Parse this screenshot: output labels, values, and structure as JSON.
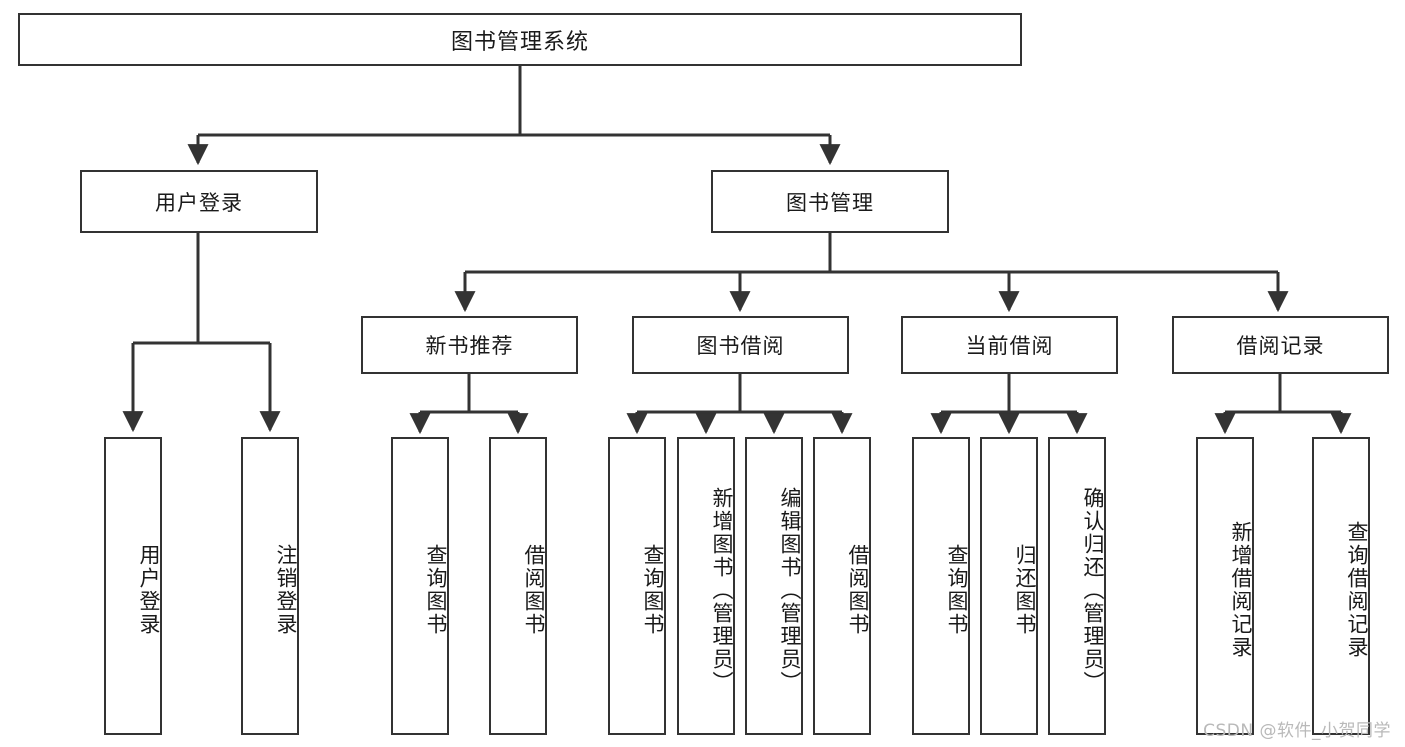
{
  "diagram": {
    "type": "tree-hierarchy",
    "title": "图书管理系统",
    "watermark": "CSDN @软件_小贺同学",
    "colors": {
      "stroke": "#333333",
      "fill": "#ffffff",
      "text": "#1a1a1a",
      "watermark": "#b9b9b9"
    },
    "nodes": {
      "root": {
        "label": "图书管理系统",
        "orientation": "horizontal"
      },
      "level1": [
        {
          "label": "用户登录",
          "orientation": "horizontal"
        },
        {
          "label": "图书管理",
          "orientation": "horizontal"
        }
      ],
      "level2": [
        {
          "label": "新书推荐",
          "orientation": "horizontal"
        },
        {
          "label": "图书借阅",
          "orientation": "horizontal"
        },
        {
          "label": "当前借阅",
          "orientation": "horizontal"
        },
        {
          "label": "借阅记录",
          "orientation": "horizontal"
        }
      ],
      "leaves_user_login": [
        {
          "label": "用户登录",
          "orientation": "vertical"
        },
        {
          "label": "注销登录",
          "orientation": "vertical"
        }
      ],
      "leaves_new_book": [
        {
          "label": "查询图书",
          "orientation": "vertical"
        },
        {
          "label": "借阅图书",
          "orientation": "vertical"
        }
      ],
      "leaves_borrow": [
        {
          "label": "查询图书",
          "orientation": "vertical"
        },
        {
          "label": "新增图书（管理员）",
          "orientation": "vertical"
        },
        {
          "label": "编辑图书（管理员）",
          "orientation": "vertical"
        },
        {
          "label": "借阅图书",
          "orientation": "vertical"
        }
      ],
      "leaves_current": [
        {
          "label": "查询图书",
          "orientation": "vertical"
        },
        {
          "label": "归还图书",
          "orientation": "vertical"
        },
        {
          "label": "确认归还（管理员）",
          "orientation": "vertical"
        }
      ],
      "leaves_records": [
        {
          "label": "新增借阅记录",
          "orientation": "vertical"
        },
        {
          "label": "查询借阅记录",
          "orientation": "vertical"
        }
      ]
    }
  }
}
